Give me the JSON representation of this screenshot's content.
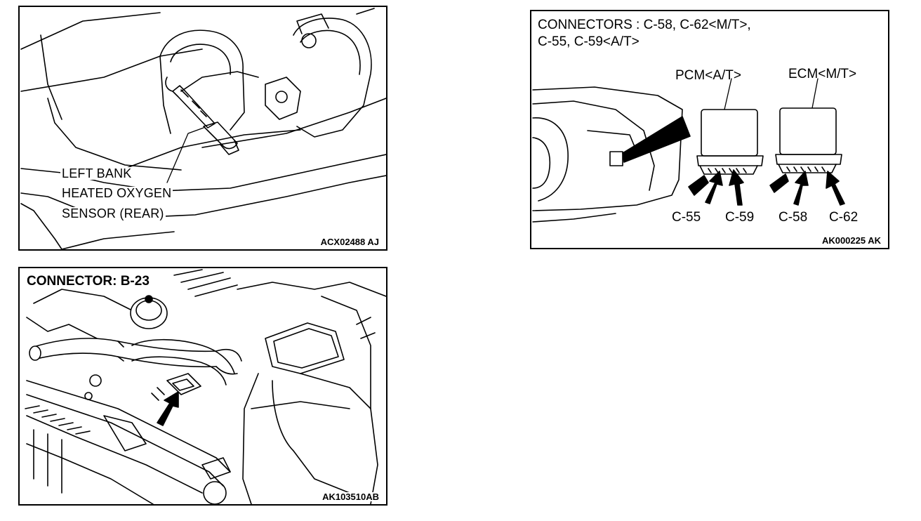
{
  "panels": {
    "sensor": {
      "label_lines": [
        "LEFT BANK",
        "HEATED OXYGEN",
        "SENSOR (REAR)"
      ],
      "code": "ACX02488 AJ"
    },
    "ecu": {
      "title_lines": [
        "CONNECTORS : C-58, C-62<M/T>,",
        "C-55, C-59<A/T>"
      ],
      "pcm_label": "PCM<A/T>",
      "ecm_label": "ECM<M/T>",
      "connectors": [
        "C-55",
        "C-59",
        "C-58",
        "C-62"
      ],
      "code": "AK000225 AK"
    },
    "engine": {
      "title": "CONNECTOR: B-23",
      "code": "AK103510AB"
    }
  }
}
